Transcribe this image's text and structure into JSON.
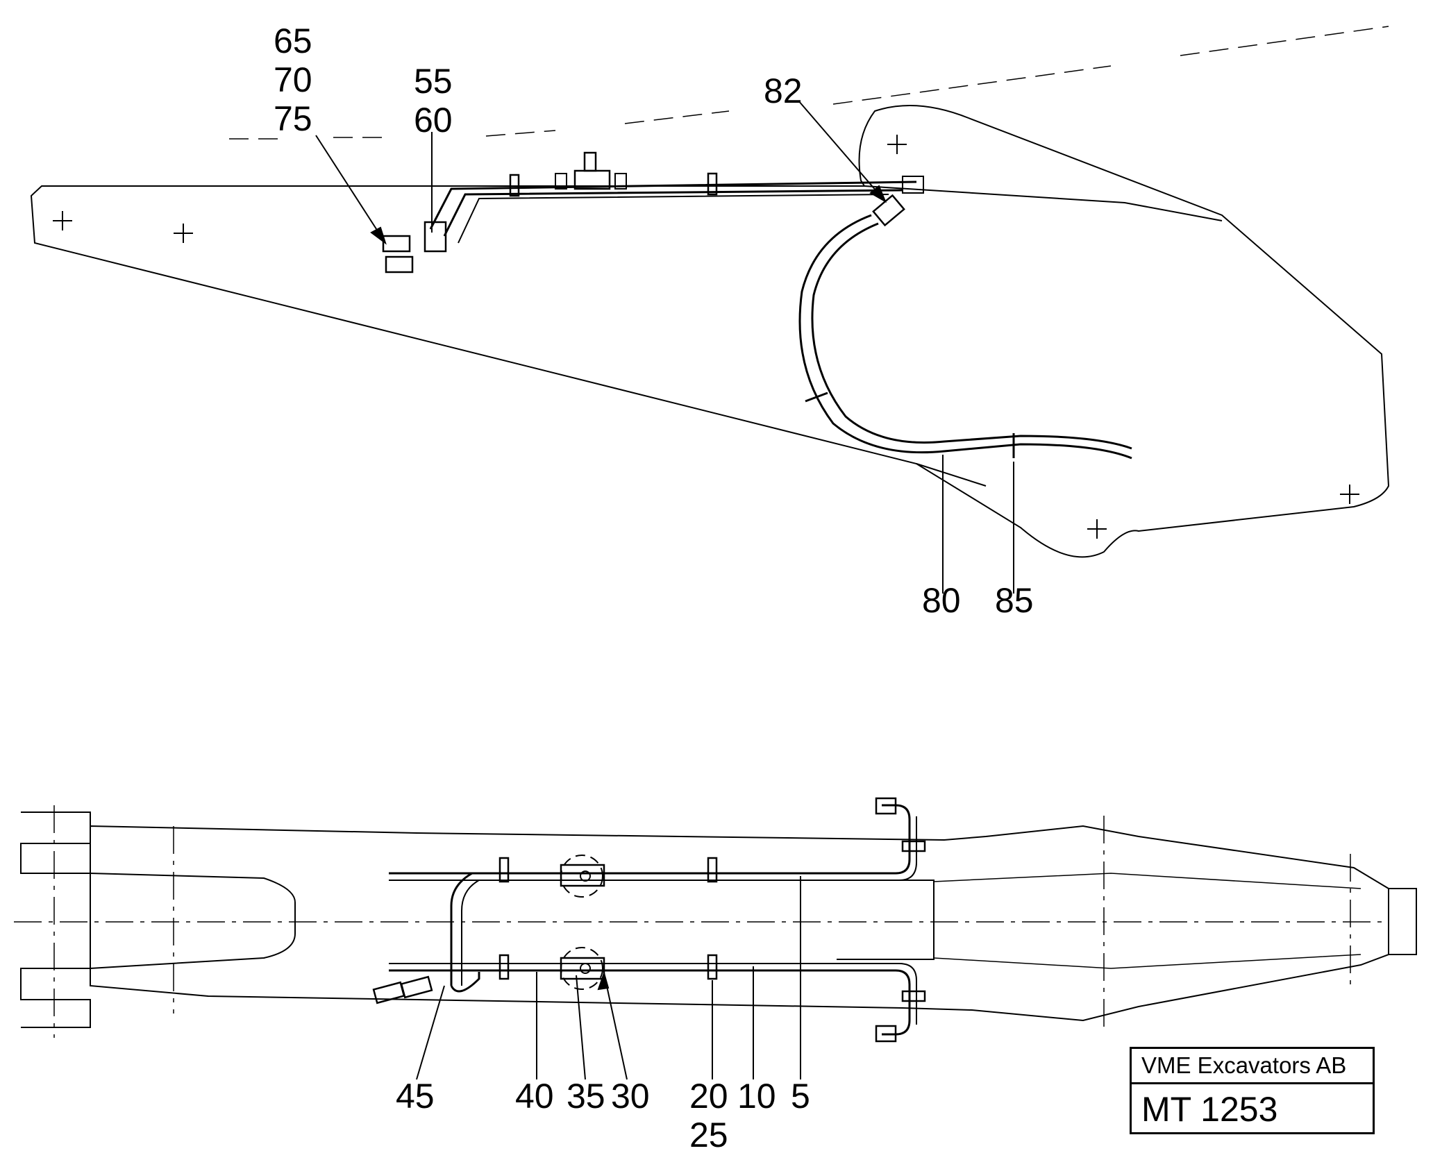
{
  "drawing": {
    "company": "VME Excavators AB",
    "number": "MT 1253"
  },
  "side_view": {
    "callouts": {
      "c65": "65",
      "c70": "70",
      "c75": "75",
      "c55": "55",
      "c60": "60",
      "c82": "82",
      "c80": "80",
      "c85": "85"
    }
  },
  "top_view": {
    "callouts": {
      "c45": "45",
      "c40": "40",
      "c35": "35",
      "c30": "30",
      "c20": "20",
      "c25": "25",
      "c10": "10",
      "c5": "5"
    }
  },
  "colors": {
    "line": "#000000",
    "background": "#ffffff"
  }
}
